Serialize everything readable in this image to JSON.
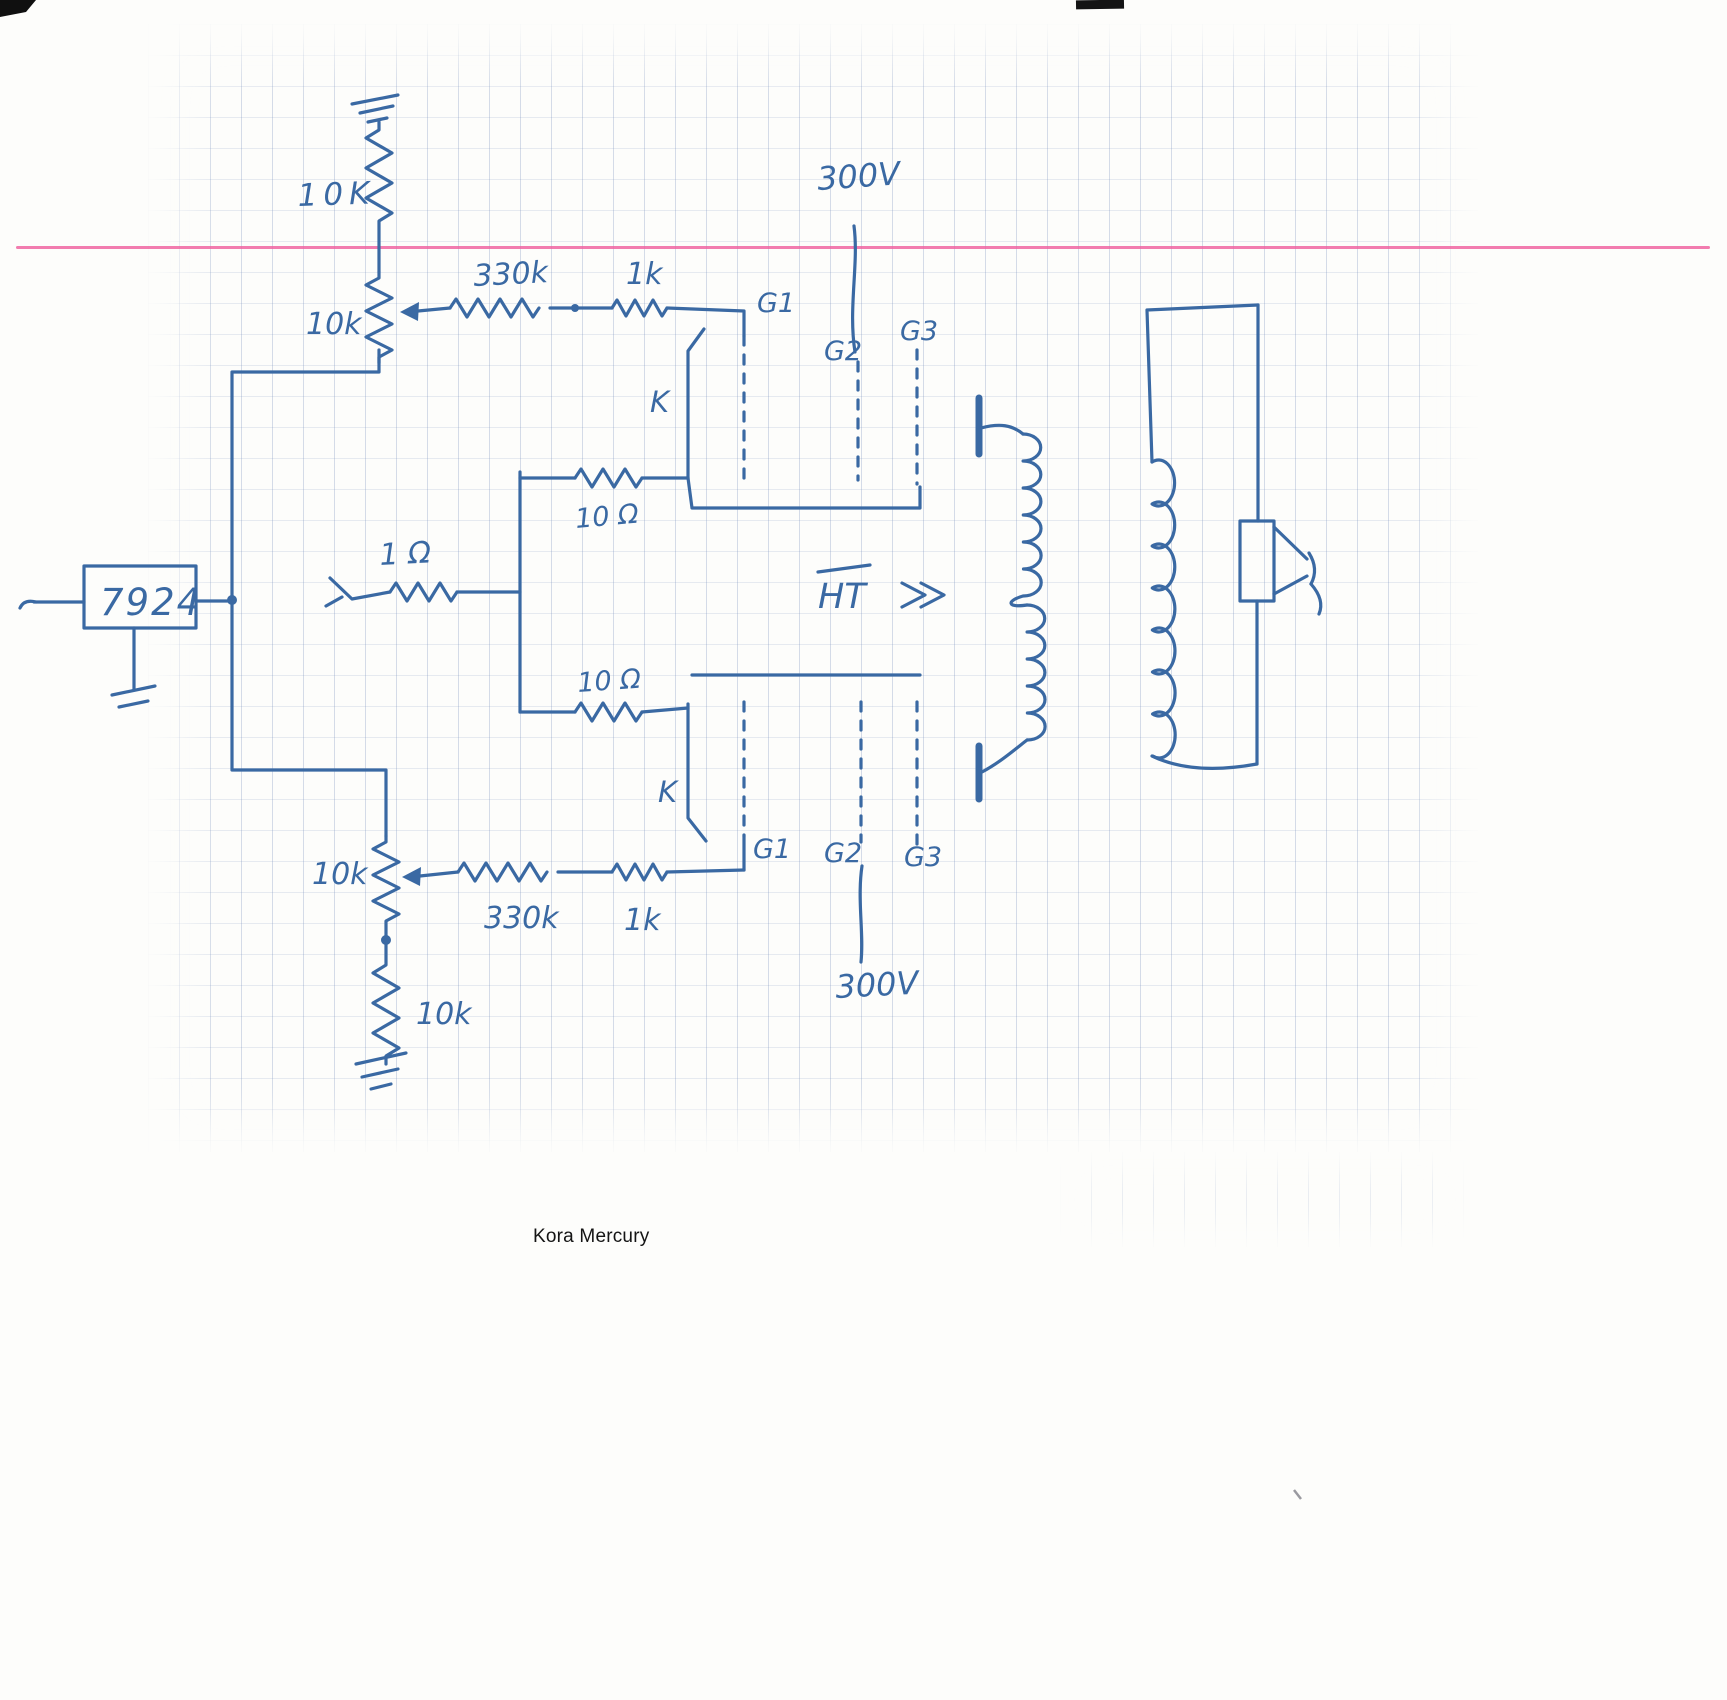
{
  "caption": "Kora Mercury",
  "colors": {
    "ink": "#3a69a3",
    "margin_line": "#ef5f9e",
    "grid": "#c9d4e6"
  },
  "schematic": {
    "regulator": "7924",
    "upper": {
      "r_anode": "10K",
      "pot": "10k",
      "r1": "330k",
      "r2": "1k",
      "g1": "G1",
      "g2": "G2",
      "g3": "G3",
      "k": "K",
      "supply": "300V",
      "r_cathode": "10 Ω"
    },
    "shared": {
      "r_common": "1 Ω",
      "ht": "HT"
    },
    "lower": {
      "r_cathode": "10 Ω",
      "k": "K",
      "g1": "G1",
      "g2": "G2",
      "g3": "G3",
      "supply": "300V",
      "r1": "330k",
      "r2": "1k",
      "pot": "10k",
      "r_divider": "10k"
    }
  }
}
